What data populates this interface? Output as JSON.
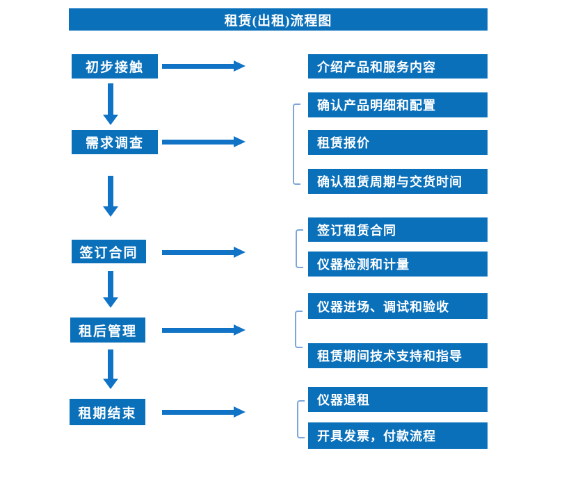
{
  "title": "租赁(出租)流程图",
  "colors": {
    "box_blue": "#0a70ba",
    "arrow_blue": "#1173c6",
    "bracket_blue": "#7ca6d8",
    "text_white": "#ffffff"
  },
  "stages": [
    {
      "label": "初步接触",
      "outputs": [
        "介绍产品和服务内容"
      ]
    },
    {
      "label": "需求调查",
      "outputs": [
        "确认产品明细和配置",
        "租赁报价",
        "确认租赁周期与交货时间"
      ]
    },
    {
      "label": "签订合同",
      "outputs": [
        "签订租赁合同",
        "仪器检测和计量"
      ]
    },
    {
      "label": "租后管理",
      "outputs": [
        "仪器进场、调试和验收",
        "租赁期间技术支持和指导"
      ]
    },
    {
      "label": "租期结束",
      "outputs": [
        "仪器退租",
        "开具发票，付款流程"
      ]
    }
  ]
}
